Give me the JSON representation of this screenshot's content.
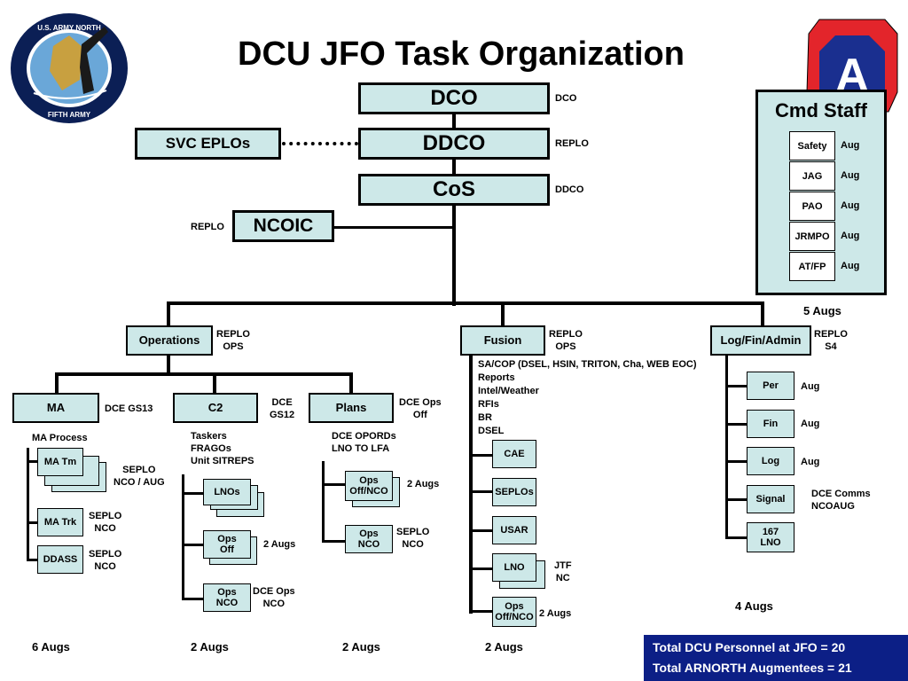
{
  "title": "DCU JFO Task Organization",
  "top": {
    "dco": {
      "label": "DCO",
      "note": "DCO"
    },
    "ddco": {
      "label": "DDCO",
      "note": "REPLO"
    },
    "cos": {
      "label": "CoS",
      "note": "DDCO"
    },
    "svc": {
      "label": "SVC EPLOs"
    },
    "ncoic": {
      "label": "NCOIC",
      "note": "REPLO"
    }
  },
  "cmd_staff": {
    "title": "Cmd Staff",
    "items": [
      {
        "label": "Safety",
        "aug": "Aug"
      },
      {
        "label": "JAG",
        "aug": "Aug"
      },
      {
        "label": "PAO",
        "aug": "Aug"
      },
      {
        "label": "JRMPO",
        "aug": "Aug"
      },
      {
        "label": "AT/FP",
        "aug": "Aug"
      }
    ],
    "total": "5 Augs"
  },
  "operations": {
    "label": "Operations",
    "note": "REPLO\nOPS",
    "ma": {
      "label": "MA",
      "note": "DCE GS13",
      "process": "MA Process",
      "tm": "MA Tm",
      "tm_note": "SEPLO\nNCO / AUG",
      "trk": "MA Trk",
      "trk_note": "SEPLO\nNCO",
      "ddass": "DDASS",
      "ddass_note": "SEPLO\nNCO",
      "augs": "6 Augs"
    },
    "c2": {
      "label": "C2",
      "note": "DCE\nGS12",
      "tasks": "Taskers\nFRAGOs\nUnit SITREPS",
      "lnos": "LNOs",
      "ops_off": "Ops\nOff",
      "ops_off_note": "2 Augs",
      "ops_nco": "Ops\nNCO",
      "ops_nco_note": "DCE Ops\nNCO",
      "augs": "2 Augs"
    },
    "plans": {
      "label": "Plans",
      "note": "DCE Ops\nOff",
      "tasks": "DCE OPORDs\nLNO TO LFA",
      "ops_offnco": "Ops\nOff/NCO",
      "ops_offnco_note": "2 Augs",
      "ops_nco": "Ops\nNCO",
      "ops_nco_note": "SEPLO\nNCO",
      "augs": "2 Augs"
    }
  },
  "fusion": {
    "label": "Fusion",
    "note": "REPLO\nOPS",
    "tasks": "SA/COP (DSEL, HSIN, TRITON, Cha, WEB EOC)\nReports\nIntel/Weather\nRFIs\nBR\nDSEL",
    "cae": "CAE",
    "seplos": "SEPLOs",
    "usar": "USAR",
    "lno": "LNO",
    "lno_note": "JTF\nNC",
    "ops": "Ops\nOff/NCO",
    "ops_note": "2 Augs",
    "augs": "2 Augs"
  },
  "logfin": {
    "label": "Log/Fin/Admin",
    "note": "REPLO\nS4",
    "per": "Per",
    "per_note": "Aug",
    "fin": "Fin",
    "fin_note": "Aug",
    "log": "Log",
    "log_note": "Aug",
    "signal": "Signal",
    "signal_note": "DCE Comms\nNCOAUG",
    "lno": "167\nLNO",
    "augs": "4 Augs"
  },
  "totals": {
    "jfo": "Total DCU Personnel at JFO = 20",
    "arnorth": "Total ARNORTH Augmentees = 21"
  },
  "logos": {
    "left_seal": "U.S. ARMY NORTH FIFTH ARMY",
    "right_patch": "A"
  },
  "colors": {
    "box_fill": "#cde8e8",
    "footer": "#0c1f86",
    "patch_red": "#e3252b",
    "patch_blue": "#1a2f8f"
  }
}
